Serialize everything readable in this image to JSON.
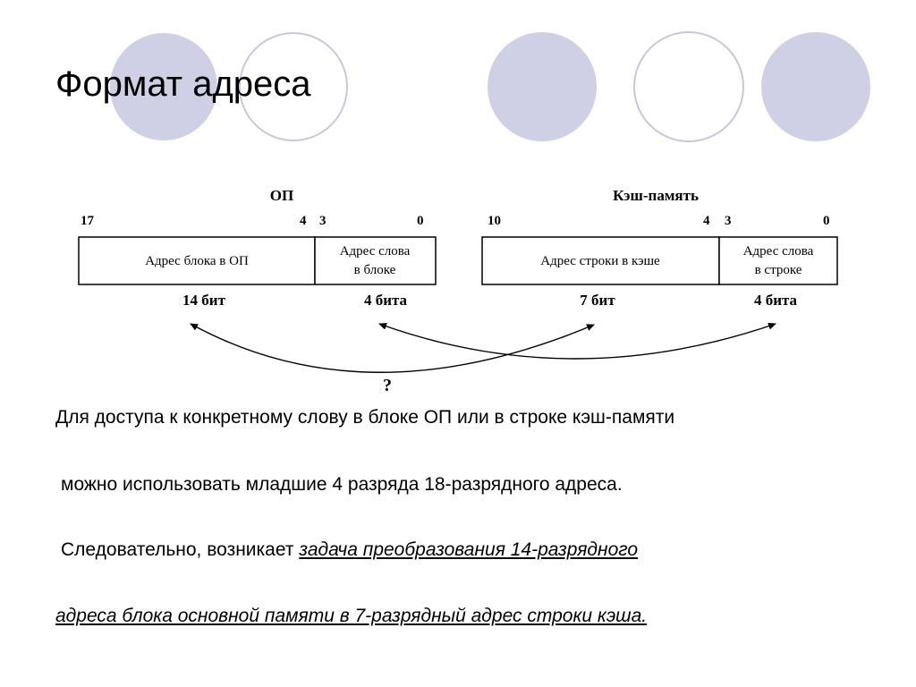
{
  "slide": {
    "title": "Формат адреса"
  },
  "diagram": {
    "left": {
      "caption": "ОП",
      "bit_17": "17",
      "bit_4": "4",
      "bit_3": "3",
      "bit_0": "0",
      "field1_label": "Адрес блока в ОП",
      "field2_line1": "Адрес слова",
      "field2_line2": "в блоке",
      "field1_size": "14 бит",
      "field2_size": "4 бита"
    },
    "right": {
      "caption": "Кэш-память",
      "bit_10": "10",
      "bit_4": "4",
      "bit_3": "3",
      "bit_0": "0",
      "field1_label": "Адрес строки в кэше",
      "field2_line1": "Адрес слова",
      "field2_line2": "в строке",
      "field1_size": "7 бит",
      "field2_size": "4 бита"
    },
    "question": "?"
  },
  "text": {
    "line1": "Для доступа к конкретному слову в блоке ОП или в строке кэш-памяти",
    "line2": "можно использовать младшие 4 разряда 18-разрядного адреса.",
    "line3_prefix": "Следовательно, возникает  ",
    "line3_emph": "задача преобразования 14-разрядного",
    "line4": " адреса блока основной памяти в 7-разрядный адрес строки кэша."
  },
  "colors": {
    "circle_fill": "#cfcfe6",
    "circle_stroke": "#c8c8dc"
  }
}
